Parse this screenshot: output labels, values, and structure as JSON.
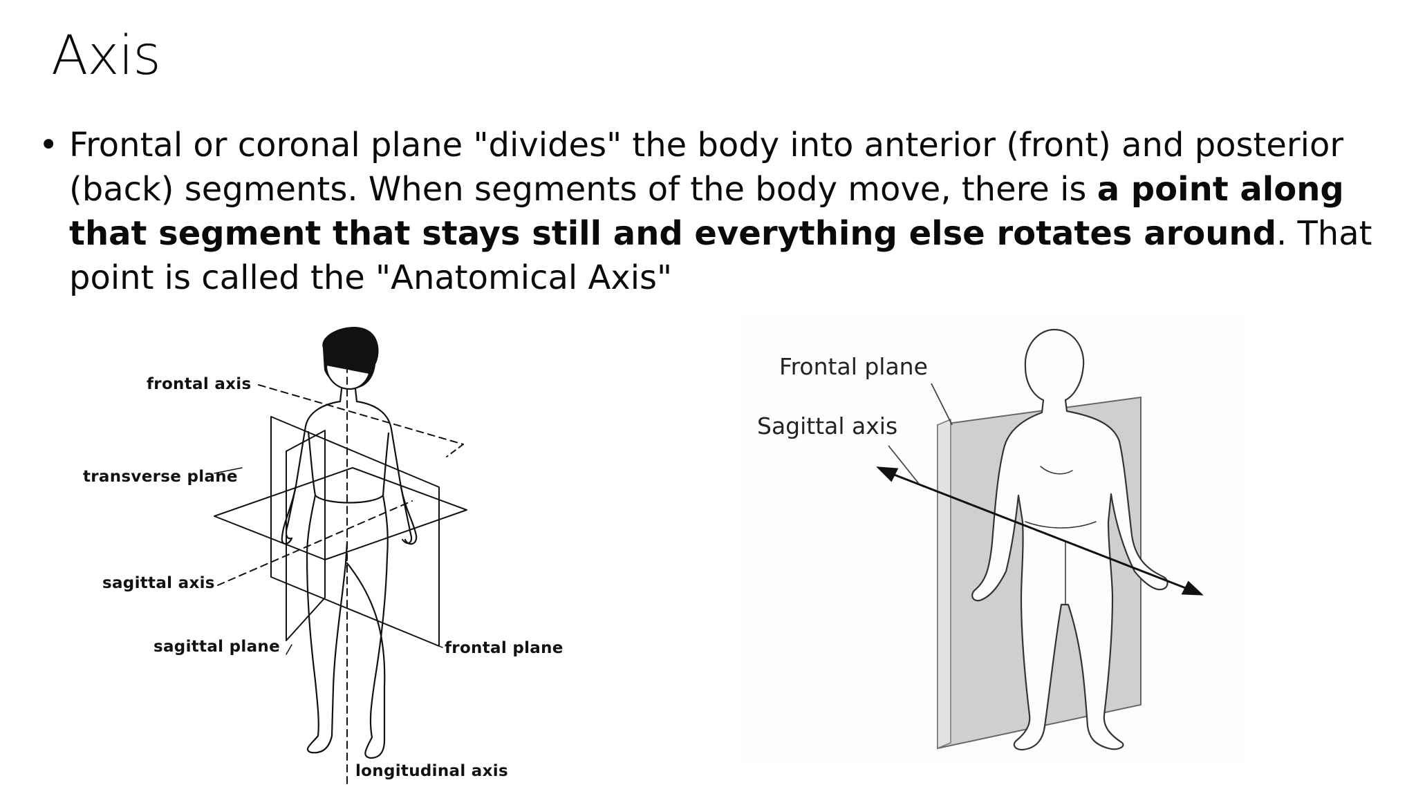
{
  "slide": {
    "title": "Axis",
    "bullet_symbol": "•",
    "bullet": {
      "text_1": "Frontal or coronal plane \"divides\" the body into anterior (front) and posterior (back) segments. When segments of the body move, there is ",
      "bold": "a point along that segment that stays still and everything else rotates around",
      "text_2": ". That point is called the \"Anatomical Axis\""
    }
  },
  "figure_left": {
    "labels": {
      "frontal_axis": "frontal axis",
      "transverse_plane": "transverse plane",
      "sagittal_axis": "sagittal axis",
      "sagittal_plane": "sagittal plane",
      "frontal_plane": "frontal plane",
      "longitudinal_axis": "longitudinal axis"
    }
  },
  "figure_right": {
    "labels": {
      "frontal_plane": "Frontal plane",
      "sagittal_axis": "Sagittal axis"
    }
  }
}
